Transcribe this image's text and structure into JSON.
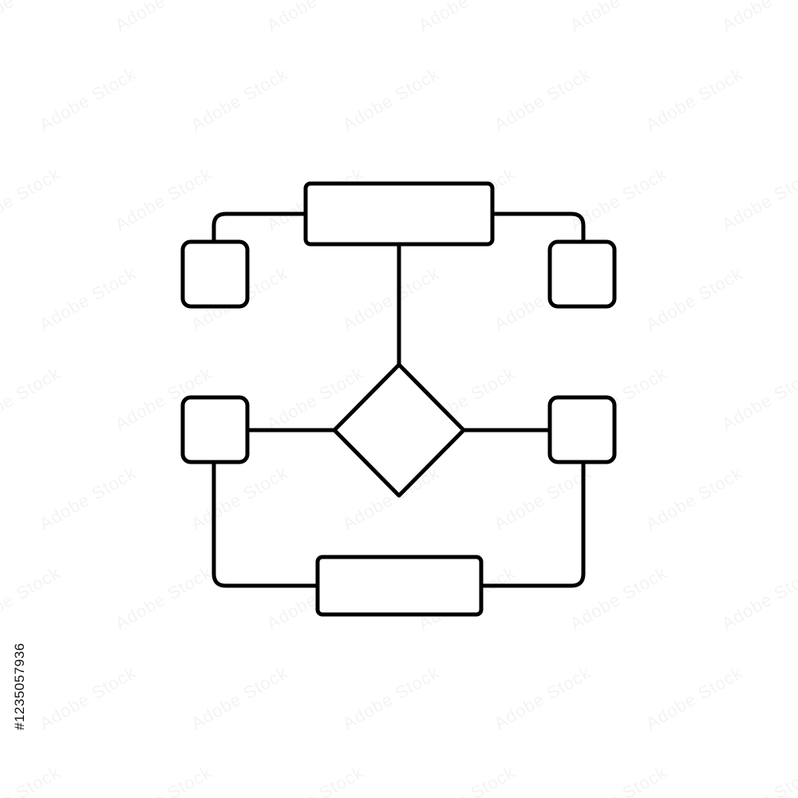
{
  "watermark": {
    "text": "Adobe Stock"
  },
  "stock_id": "#1235057936",
  "diagram": {
    "stroke_color": "#000000",
    "background_color": "#ffffff",
    "nodes": [
      {
        "id": "top-process",
        "shape": "rectangle",
        "label": ""
      },
      {
        "id": "top-left-box",
        "shape": "rounded-square",
        "label": ""
      },
      {
        "id": "top-right-box",
        "shape": "rounded-square",
        "label": ""
      },
      {
        "id": "decision",
        "shape": "diamond",
        "label": ""
      },
      {
        "id": "middle-left-box",
        "shape": "rounded-square",
        "label": ""
      },
      {
        "id": "middle-right-box",
        "shape": "rounded-square",
        "label": ""
      },
      {
        "id": "bottom-process",
        "shape": "rectangle",
        "label": ""
      }
    ],
    "edges": [
      {
        "from": "top-process",
        "to": "top-left-box"
      },
      {
        "from": "top-process",
        "to": "top-right-box"
      },
      {
        "from": "top-process",
        "to": "decision"
      },
      {
        "from": "decision",
        "to": "middle-left-box"
      },
      {
        "from": "decision",
        "to": "middle-right-box"
      },
      {
        "from": "middle-left-box",
        "to": "bottom-process"
      },
      {
        "from": "middle-right-box",
        "to": "bottom-process"
      }
    ]
  }
}
